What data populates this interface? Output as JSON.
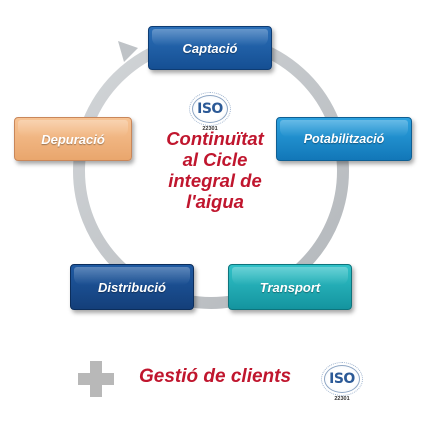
{
  "stages": {
    "captacio": "Captació",
    "potabilitzacio": "Potabilització",
    "transport": "Transport",
    "distribucio": "Distribució",
    "depuracio": "Depuració"
  },
  "center": {
    "line1": "Continuïtat",
    "line2": "al Cicle",
    "line3": "integral de",
    "line4": "l'aigua"
  },
  "iso_center": {
    "word": "ISO",
    "code": "22301"
  },
  "iso_bottom": {
    "word": "ISO",
    "code": "22301"
  },
  "bottom": {
    "label": "Gestió de clients"
  },
  "colors": {
    "title_red": "#c0162e",
    "captacio": "#1c5ea5",
    "potabilitzacio": "#1e8ccc",
    "transport": "#22acb3",
    "distribucio": "#184b8c",
    "depuracio": "#f0b27c",
    "ring": "#c4c8cc"
  }
}
